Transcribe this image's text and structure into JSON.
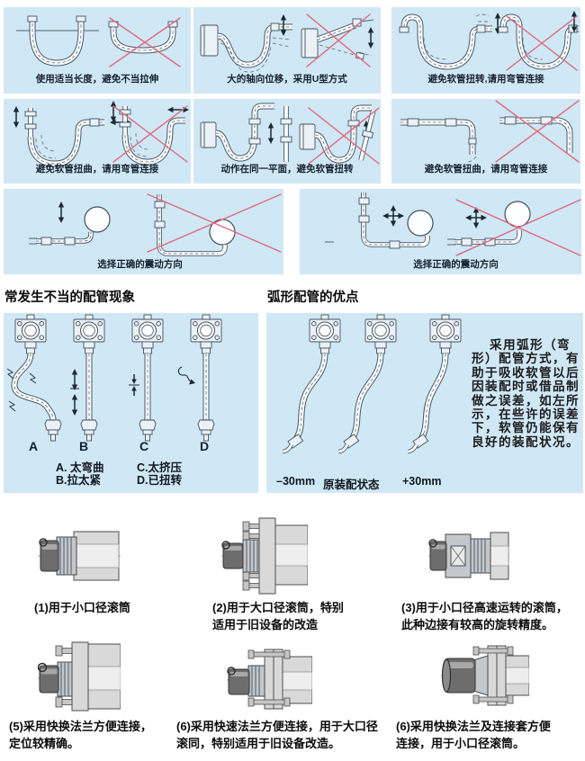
{
  "colors": {
    "page_bg": "#ffffff",
    "panel_bg": "#d0e8f5",
    "caption_text": "#16222e",
    "heading_text": "#0a0a0a",
    "cross_red": "#e0697f",
    "diagram_line": "#4a5765"
  },
  "guideline_panels": [
    {
      "caption": "使用适当长度，避免不当拉伸"
    },
    {
      "caption": "大的轴向位移，采用U型方式"
    },
    {
      "caption": "避免软管扭转,请用弯管连接"
    },
    {
      "caption": "避免软管扭曲，请用弯管连接"
    },
    {
      "caption": "动作在同一平面，避免软管扭转"
    },
    {
      "caption": "避免软管扭曲，请用弯管连接"
    },
    {
      "caption": "选择正确的震动方向"
    },
    {
      "caption": "选择正确的震动方向"
    }
  ],
  "improper_piping": {
    "heading": "常发生不当的配管现象",
    "item_labels": [
      "A",
      "B",
      "C",
      "D"
    ],
    "legend": [
      "A. 太弯曲",
      "B.拉太紧",
      "C.太挤压",
      "D.已扭转"
    ]
  },
  "arc_piping": {
    "heading": "弧形配管的优点",
    "state_labels": [
      "–30mm",
      "原装配状态",
      "+30mm"
    ],
    "description": "采用弧形（弯\n形）配管方式，有\n助于吸收软管以后\n因装配时或借品制\n做之误差，如左所\n示，在些许的误差\n下，软管仍能保有\n良好的装配状况。"
  },
  "roller_connections": [
    {
      "caption": "(1)用于小口径滚筒"
    },
    {
      "caption": "(2)用于大口径滚筒，特别\n适用于旧设备的改造"
    },
    {
      "caption": "(3)用于小口径高速运转的滚筒，\n此种边接有较高的旋转精度。"
    },
    {
      "caption": "(5)采用快换法兰方便连接，\n定位较精确。"
    },
    {
      "caption": "(6)采用快速法兰方便连接，用于大口径\n滚同，特别适用于旧设备改造。"
    },
    {
      "caption": "(6)采用快换法兰及连接套方便\n连接，用于小口径滚筒。"
    }
  ]
}
